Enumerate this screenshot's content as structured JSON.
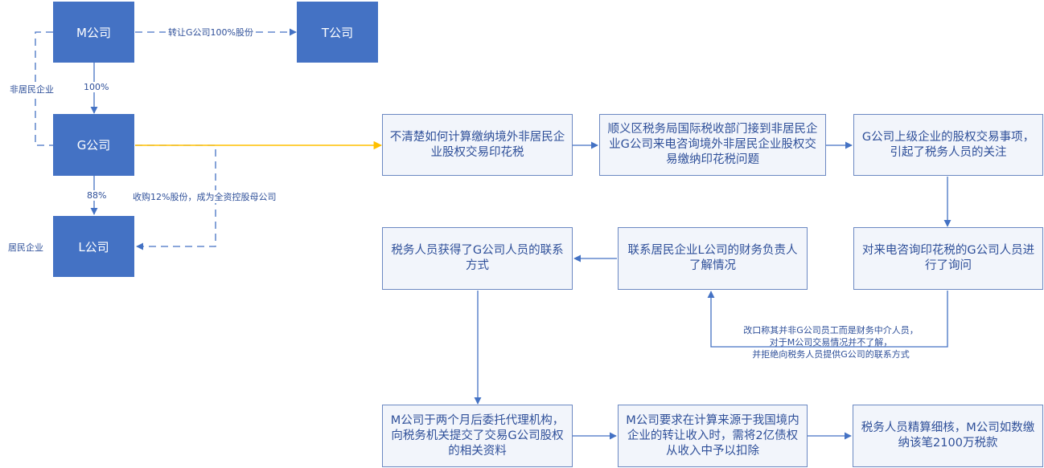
{
  "entities": {
    "m": "M公司",
    "t": "T公司",
    "g": "G公司",
    "l": "L公司"
  },
  "labels": {
    "transfer": "转让G公司100%股份",
    "non_resident": "非居民企业",
    "pct_100": "100%",
    "pct_88": "88%",
    "acquire": "收购12%股份，成为全资控股母公司",
    "resident": "居民企业"
  },
  "steps": {
    "s1": "不清楚如何计算缴纳境外非居民企业股权交易印花税",
    "s2": "顺义区税务局国际税收部门接到非居民企业G公司来电咨询境外非居民企业股权交易缴纳印花税问题",
    "s3": "G公司上级企业的股权交易事项，引起了税务人员的关注",
    "s4": "对来电咨询印花税的G公司人员进行了询问",
    "s5": "联系居民企业L公司的财务负责人了解情况",
    "s6": "税务人员获得了G公司人员的联系方式",
    "s7": "M公司于两个月后委托代理机构，向税务机关提交了交易G公司股权的相关资料",
    "s8": "M公司要求在计算来源于我国境内企业的转让收入时，需将2亿债权从收入中予以扣除",
    "s9": "税务人员精算细核，M公司如数缴纳该笔2100万税款"
  },
  "note": {
    "line1": "改口称其并非G公司员工而是财务中介人员，",
    "line2": "对于M公司交易情况并不了解，",
    "line3": "并拒绝向税务人员提供G公司的联系方式"
  },
  "colors": {
    "entity_fill": "#4472c4",
    "step_border": "#6b88c2",
    "text": "#2e4f99",
    "connector": "#4472c4",
    "highlight_arrow": "#ffc000"
  }
}
